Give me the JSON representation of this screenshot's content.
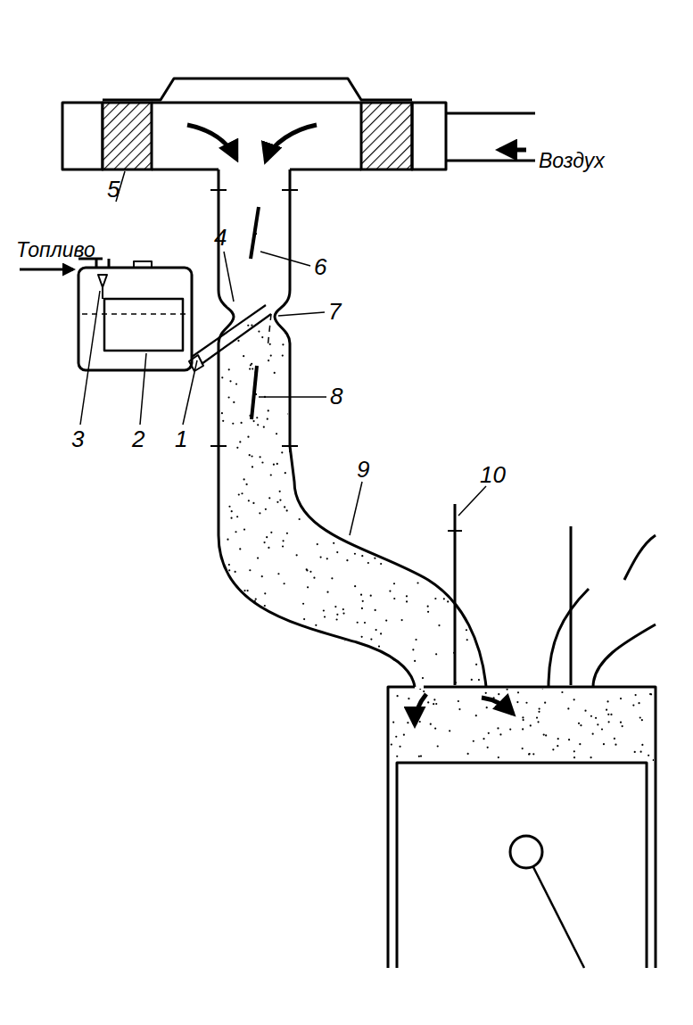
{
  "diagram": {
    "labels": [
      "Топливо",
      "Воздух",
      "1",
      "2",
      "3",
      "4",
      "5",
      "6",
      "7",
      "8",
      "9",
      "10"
    ]
  }
}
